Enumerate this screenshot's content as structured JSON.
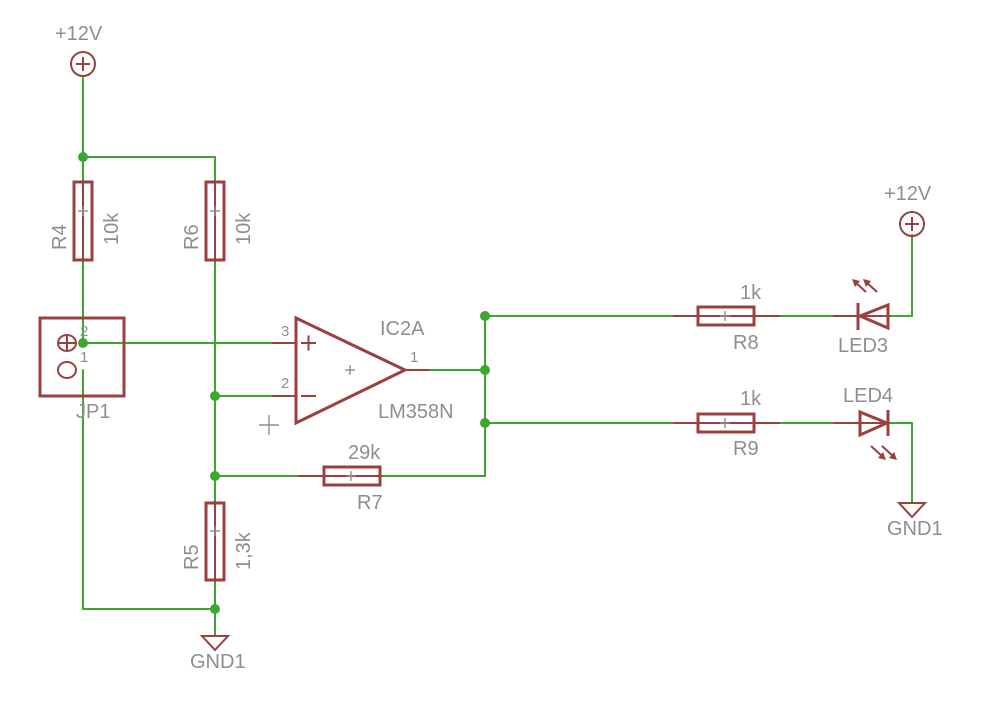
{
  "labels": {
    "vcc_top": "+12V",
    "vcc_right": "+12V",
    "r4_name": "R4",
    "r4_value": "10k",
    "r6_name": "R6",
    "r6_value": "10k",
    "r5_name": "R5",
    "r5_value": "1,3k",
    "r7_name": "R7",
    "r7_value": "29k",
    "r8_name": "R8",
    "r8_value": "1k",
    "r9_name": "R9",
    "r9_value": "1k",
    "ic_name": "IC2A",
    "ic_value": "LM358N",
    "ic_pin_plus": "3",
    "ic_pin_minus": "2",
    "ic_pin_out": "1",
    "jp_name": "JP1",
    "jp_pin_2": "2",
    "jp_pin_1": "1",
    "led3_name": "LED3",
    "led4_name": "LED4",
    "gnd_left": "GND1",
    "gnd_right": "GND1"
  },
  "colors": {
    "wire": "#3da631",
    "component": "#9b3f3f",
    "label": "#8e8e8e",
    "background": "#ffffff"
  }
}
